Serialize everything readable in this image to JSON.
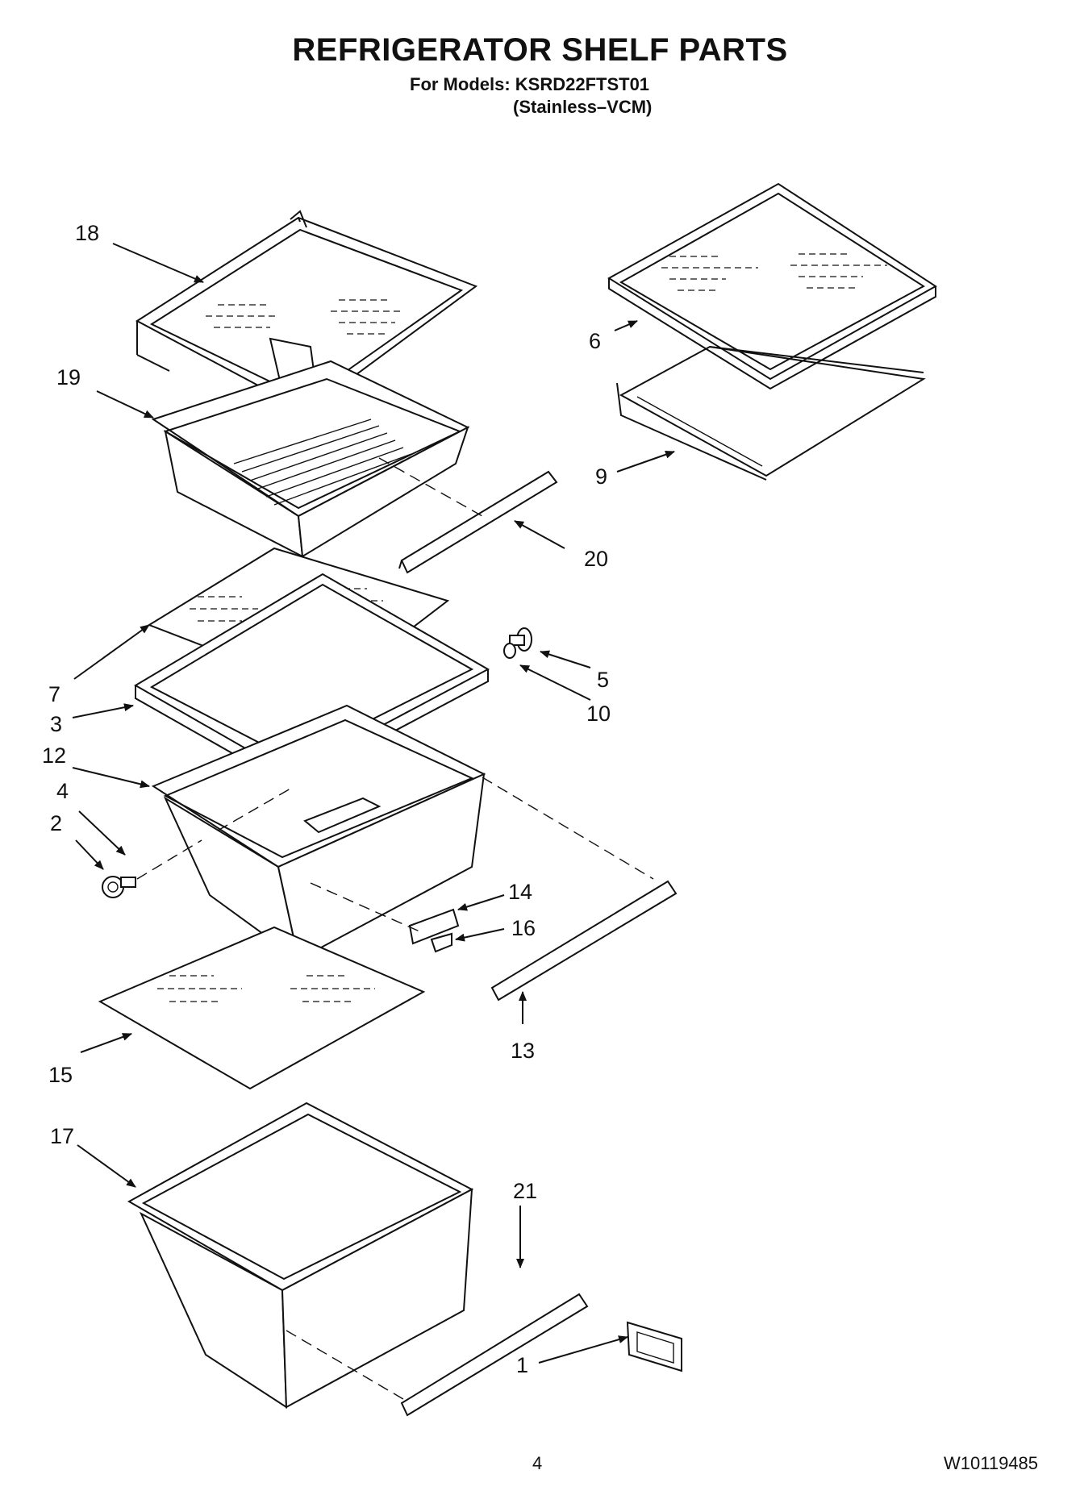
{
  "header": {
    "title": "REFRIGERATOR SHELF PARTS",
    "models_line": "For Models: KSRD22FTST01",
    "variant_line": "(Stainless–VCM)"
  },
  "callouts": [
    "18",
    "19",
    "6",
    "9",
    "20",
    "7",
    "3",
    "5",
    "10",
    "12",
    "4",
    "2",
    "14",
    "16",
    "15",
    "13",
    "17",
    "21",
    "1"
  ],
  "footer": {
    "page_number": "4",
    "document_number": "W10119485"
  }
}
